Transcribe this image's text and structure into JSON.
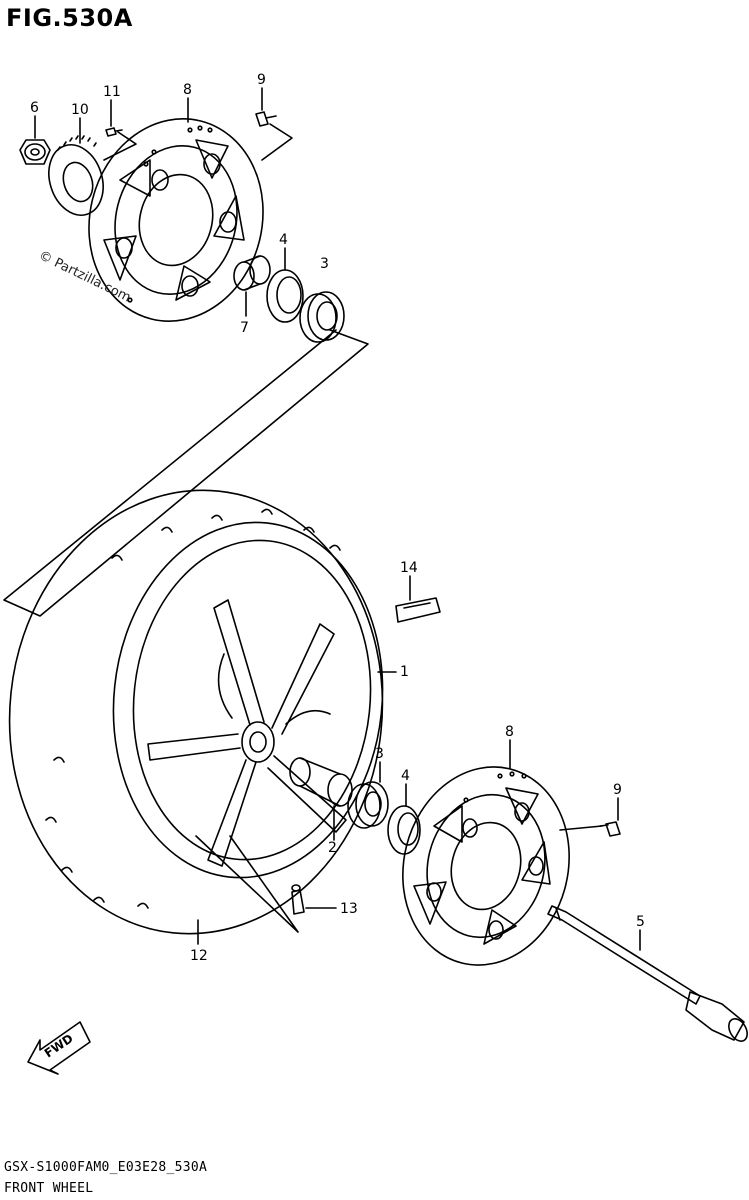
{
  "figure": {
    "title": "FIG.530A",
    "model_code": "GSX-S1000FAM0_E03E28_530A",
    "caption": "FRONT WHEEL"
  },
  "watermark": "© Partzilla.com",
  "direction_marker": "FWD",
  "callouts": [
    "1",
    "2",
    "3",
    "3",
    "4",
    "4",
    "5",
    "6",
    "7",
    "8",
    "8",
    "9",
    "9",
    "10",
    "11",
    "12",
    "13",
    "14"
  ]
}
